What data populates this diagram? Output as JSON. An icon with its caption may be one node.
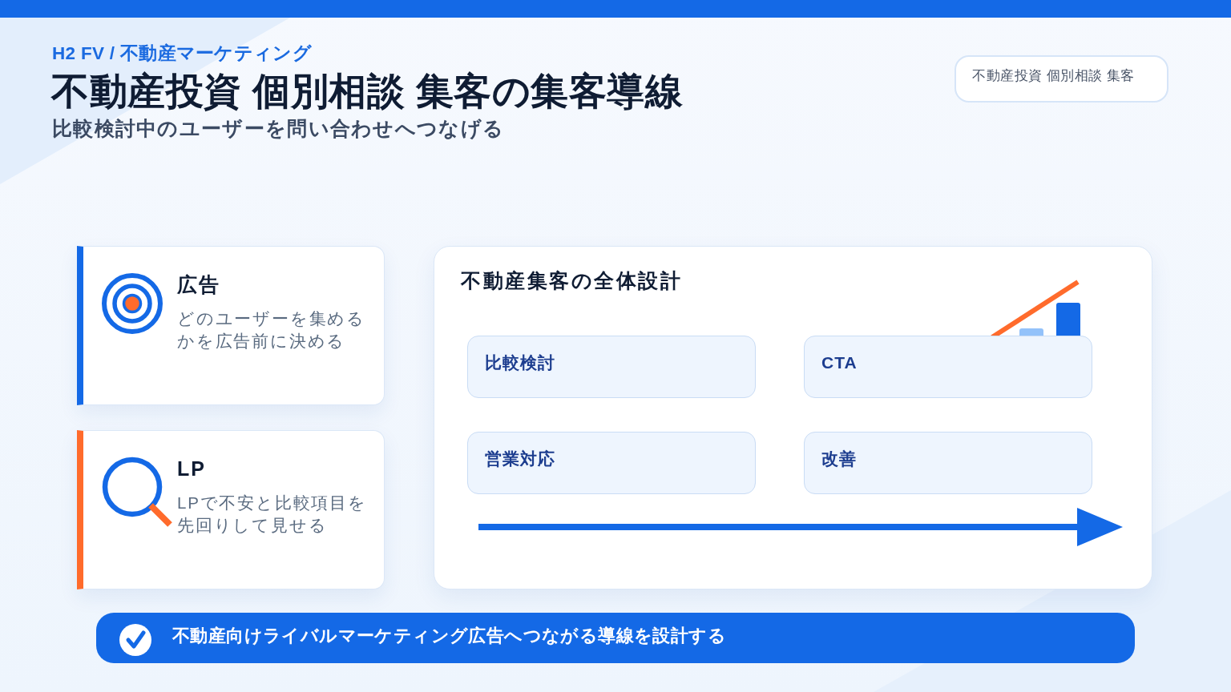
{
  "diagram": {
    "title": "不動産投資 個別相談 集客の集客導線",
    "nodes": [
      {
        "text": [],
        "shape": "bar"
      },
      {
        "text": [
          "不動産投資 個別相談 集客"
        ]
      },
      {
        "text": [
          "広告",
          "どのユーザーを集めるかを広告前に決める"
        ]
      },
      {
        "text": [
          "LP",
          "LPで不安と比較項目を先回りして見せる"
        ]
      },
      {
        "text": [
          "不動産集客の全体設計"
        ]
      },
      {
        "text": [
          "比較検討"
        ],
        "in": 4
      },
      {
        "text": [
          "CTA"
        ],
        "in": 4
      },
      {
        "text": [
          "営業対応"
        ],
        "in": 4
      },
      {
        "text": [
          "改善"
        ],
        "in": 4
      },
      {
        "text": [
          "不動産向けライバルマーケティング広告へつながる導線を設計する"
        ]
      }
    ],
    "labels": [
      "H2 FV / 不動産マーケティング",
      "比較検討中のユーザーを問い合わせへつなげる"
    ]
  }
}
